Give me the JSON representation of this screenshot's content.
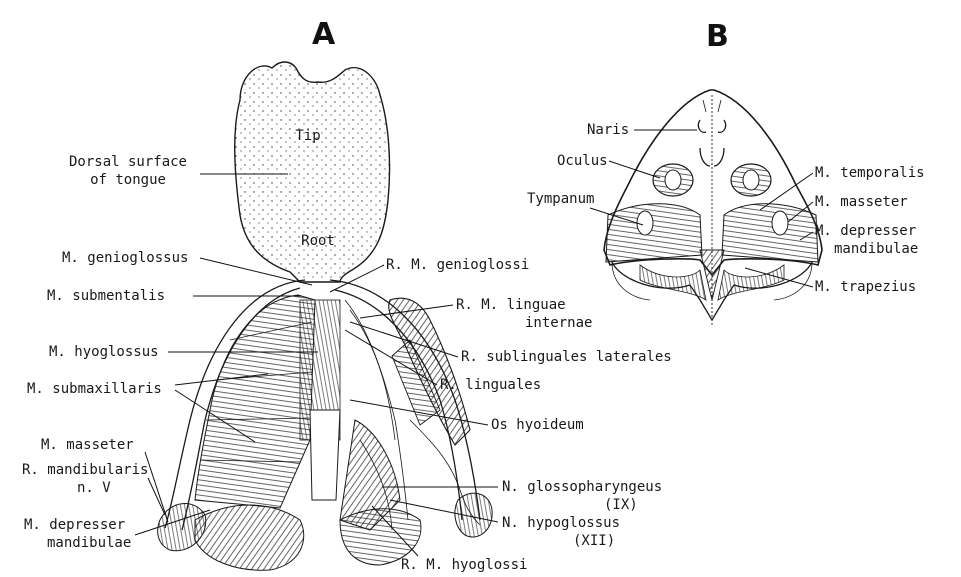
{
  "panel_a": {
    "label": "A",
    "tongue_tip": "Tip",
    "tongue_root": "Root",
    "labels": {
      "dorsal_surface_line1": "Dorsal surface",
      "dorsal_surface_line2": "of tongue",
      "genioglossus": "M. genioglossus",
      "submentalis": "M. submentalis",
      "hyoglossus": "M. hyoglossus",
      "submaxillaris": "M. submaxillaris",
      "masseter": "M. masseter",
      "r_mandibularis_line1": "R. mandibularis",
      "r_mandibularis_line2": "n. V",
      "depresser_line1": "M. depresser",
      "depresser_line2": "mandibulae",
      "r_genioglossi": "R. M. genioglossi",
      "r_linguae_line1": "R. M. linguae",
      "r_linguae_line2": "internae",
      "r_sublinguales": "R. sublinguales laterales",
      "r_linguales": "R. linguales",
      "os_hyoideum": "Os hyoideum",
      "n_glosso_line1": "N. glossopharyngeus",
      "n_glosso_line2": "(IX)",
      "n_hypo_line1": "N. hypoglossus",
      "n_hypo_line2": "(XII)",
      "r_hyoglossi": "R. M. hyoglossi"
    }
  },
  "panel_b": {
    "label": "B",
    "labels": {
      "naris": "Naris",
      "oculus": "Oculus",
      "tympanum": "Tympanum",
      "temporalis": "M. temporalis",
      "masseter": "M. masseter",
      "depresser_line1": "M. depresser",
      "depresser_line2": "mandibulae",
      "trapezius": "M. trapezius"
    }
  }
}
